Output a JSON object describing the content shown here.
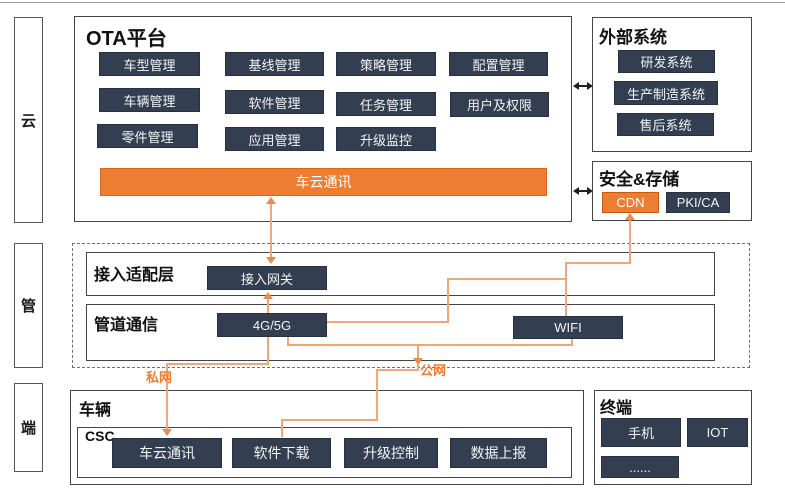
{
  "colors": {
    "navy": "#333F50",
    "orange": "#ED7D31",
    "line": "#F2A676",
    "head": "#ED8A4E",
    "ink": "#1f1f1f",
    "frame": "#454545",
    "dash": "#6f6f6f"
  },
  "rail": {
    "cloud": "云",
    "pipe": "管",
    "device": "端"
  },
  "ota": {
    "title": "OTA平台",
    "modules": [
      "车型管理",
      "基线管理",
      "策略管理",
      "配置管理",
      "车辆管理",
      "软件管理",
      "任务管理",
      "用户及权限",
      "零件管理",
      "应用管理",
      "升级监控"
    ],
    "bus": "车云通讯"
  },
  "external": {
    "title": "外部系统",
    "systems": [
      "研发系统",
      "生产制造系统",
      "售后系统"
    ]
  },
  "security": {
    "title": "安全&存储",
    "cdn": "CDN",
    "pki": "PKI/CA"
  },
  "access": {
    "title": "接入适配层",
    "gateway": "接入网关"
  },
  "channel": {
    "title": "管道通信",
    "cellular": "4G/5G",
    "wifi": "WIFI"
  },
  "vehicle": {
    "title": "车辆",
    "csc": "CSC",
    "modules": [
      "车云通讯",
      "软件下载",
      "升级控制",
      "数据上报"
    ]
  },
  "terminal": {
    "title": "终端",
    "devices": [
      "手机",
      "IOT",
      "......"
    ]
  },
  "net": {
    "private": "私网",
    "public": "公网"
  }
}
